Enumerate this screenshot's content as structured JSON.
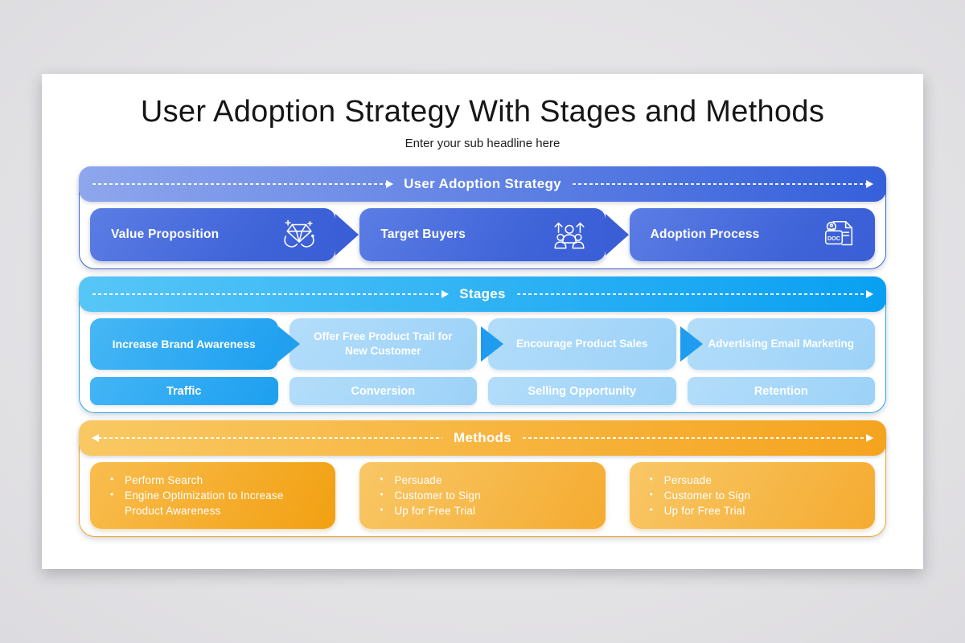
{
  "slide": {
    "title": "User Adoption Strategy With Stages and Methods",
    "subtitle": "Enter your sub headline here"
  },
  "strategy": {
    "title": "User Adoption Strategy",
    "doc_label": "DOC",
    "items": [
      {
        "label": "Value Proposition",
        "icon": "diamond-in-hands-icon"
      },
      {
        "label": "Target Buyers",
        "icon": "audience-growth-icon"
      },
      {
        "label": "Adoption Process",
        "icon": "doc-document-icon"
      }
    ]
  },
  "stages": {
    "title": "Stages",
    "flow": [
      "Increase Brand Awareness",
      "Offer Free Product Trail for New Customer",
      "Encourage Product Sales",
      "Advertising Email Marketing"
    ],
    "labels": [
      "Traffic",
      "Conversion",
      "Selling Opportunity",
      "Retention"
    ]
  },
  "methods": {
    "title": "Methods",
    "cards": [
      {
        "bullets": [
          "Perform Search",
          "Engine Optimization to Increase Product Awareness"
        ]
      },
      {
        "bullets": [
          "Persuade",
          "Customer to Sign",
          "Up for Free Trial"
        ]
      },
      {
        "bullets": [
          "Persuade",
          "Customer to Sign",
          "Up for Free Trial"
        ]
      }
    ]
  },
  "colors": {
    "page_background": "#e4e3e6",
    "slide_background": "#ffffff",
    "strategy_header_gradient": [
      "#8ea6ed",
      "#3560db"
    ],
    "strategy_box_gradient": [
      "#5b7de4",
      "#3a5ed6"
    ],
    "strategy_arrow": "#3a5ed6",
    "stages_header_gradient": [
      "#57c6f7",
      "#09a0f2"
    ],
    "stages_active_box_gradient": [
      "#47b7f5",
      "#1d9ff0"
    ],
    "stages_box": "#a7d8f9",
    "stages_arrow": "#1f9bef",
    "methods_header_gradient": [
      "#f9c863",
      "#f5a41f"
    ],
    "methods_primary_card_gradient": [
      "#f9bd4f",
      "#f2a011"
    ],
    "methods_card_gradient": [
      "#f8c766",
      "#f5ab30"
    ],
    "text_on_color": "#ffffff",
    "title_text": "#161616"
  }
}
